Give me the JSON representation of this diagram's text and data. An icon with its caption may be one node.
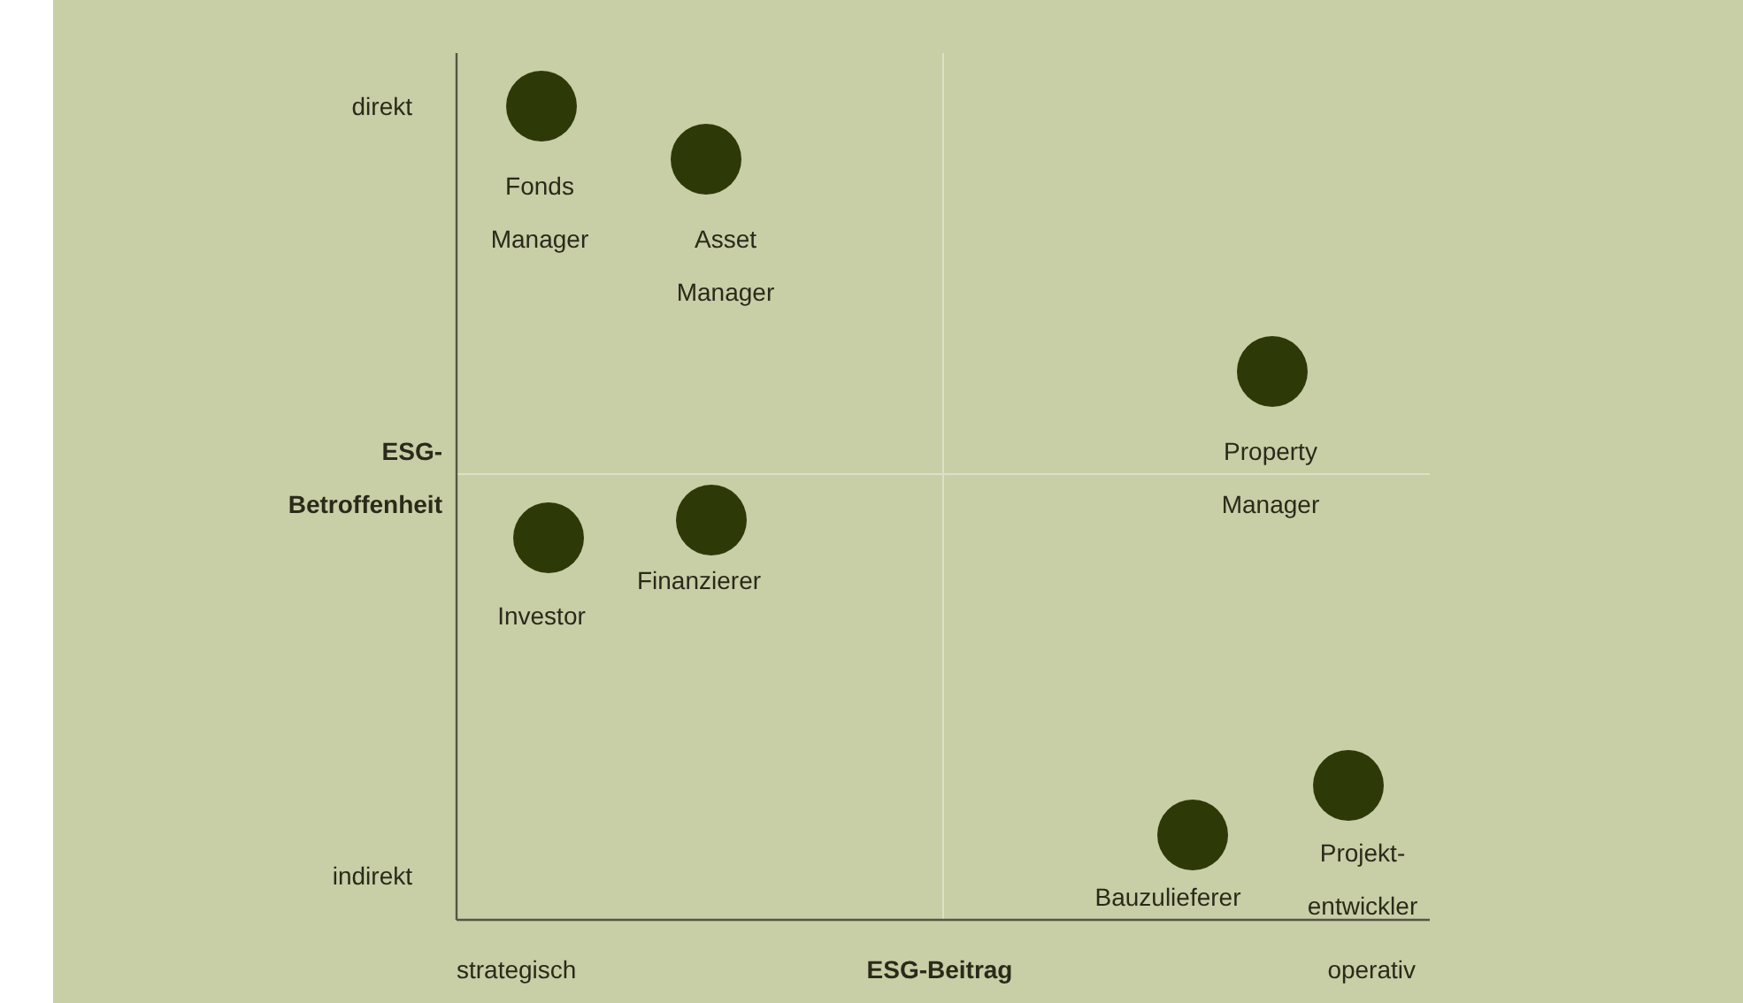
{
  "diagram": {
    "nodes": [
      {
        "text": [],
        "shape": "circle",
        "beside": [
          "Fonds Manager"
        ]
      },
      {
        "text": [],
        "shape": "circle",
        "beside": [
          "Asset Manager"
        ]
      },
      {
        "text": [],
        "shape": "circle",
        "beside": [
          "Property Manager"
        ]
      },
      {
        "text": [],
        "shape": "circle",
        "beside": [
          "Investor"
        ]
      },
      {
        "text": [],
        "shape": "circle",
        "beside": [
          "Finanzierer"
        ]
      },
      {
        "text": [],
        "shape": "circle",
        "beside": [
          "Bauzulieferer"
        ]
      },
      {
        "text": [],
        "shape": "circle",
        "beside": [
          "Projekt- entwickler"
        ]
      }
    ],
    "labels": [
      "direkt",
      "ESG- Betroffenheit",
      "indirekt",
      "strategisch",
      "ESG-Beitrag",
      "operativ"
    ]
  }
}
